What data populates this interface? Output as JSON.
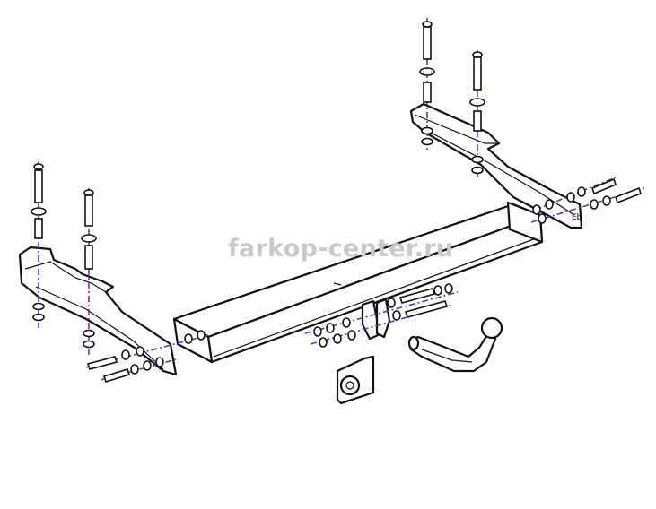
{
  "watermark": {
    "text": "farkop-center.ru",
    "color": "#c9c9c9"
  },
  "marking": {
    "text": "Eb"
  },
  "colors": {
    "axis": "#6a2fc9",
    "line": "#111111",
    "fill": "#ffffff"
  },
  "parts": [
    "left-mounting-bracket",
    "right-mounting-bracket",
    "cross-beam",
    "tow-ball-neck",
    "socket-plate",
    "center-lug"
  ]
}
